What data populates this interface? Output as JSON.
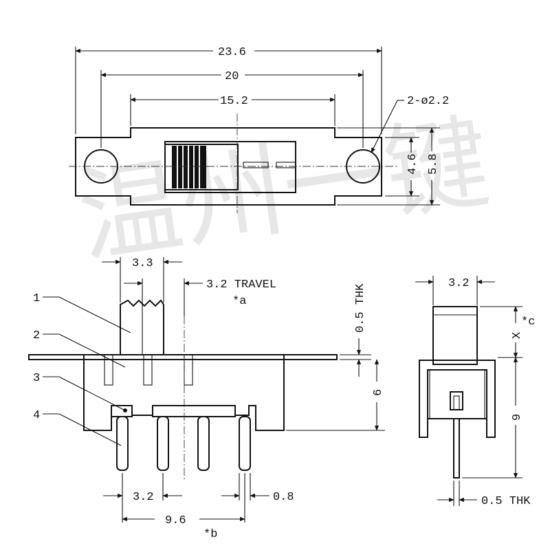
{
  "watermark": "温州一键",
  "top_view": {
    "dim_total": "23.6",
    "dim_holes": "20",
    "dim_body": "15.2",
    "dim_hole_dia": "2-ø2.2",
    "dim_inner_height": "4.6",
    "dim_outer_height": "5.8"
  },
  "side_view": {
    "dim_actuator": "3.3",
    "dim_travel": "3.2 TRAVEL",
    "note_a": "*a",
    "dim_plate_thk": "0.5 THK",
    "dim_body_height": "6",
    "dim_pin_pitch": "3.2",
    "dim_pin_width": "0.8",
    "dim_pin_span": "9.6",
    "note_b": "*b",
    "callouts": [
      "1",
      "2",
      "3",
      "4"
    ]
  },
  "end_view": {
    "dim_width": "3.2",
    "dim_x": "X",
    "note_c": "*c",
    "dim_height": "9",
    "dim_pin_thk": "0.5 THK"
  }
}
